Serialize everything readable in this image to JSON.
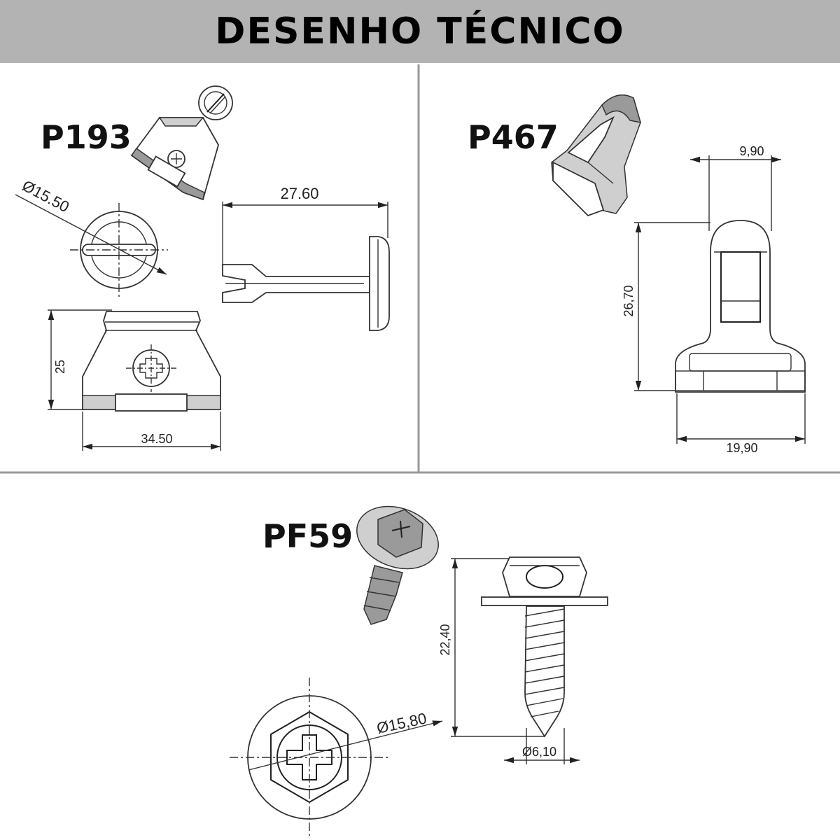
{
  "title": "DESENHO TÉCNICO",
  "parts": [
    {
      "code": "P193",
      "dimensions": {
        "diameter": "15.50",
        "length": "27.60",
        "height": "25",
        "width": "34.50"
      }
    },
    {
      "code": "P467",
      "dimensions": {
        "top_width": "9,90",
        "height": "26,70",
        "base_width": "19,90"
      }
    },
    {
      "code": "PF59",
      "dimensions": {
        "diameter": "15,80",
        "height": "22,40",
        "thread_diameter": "6,10"
      }
    }
  ]
}
